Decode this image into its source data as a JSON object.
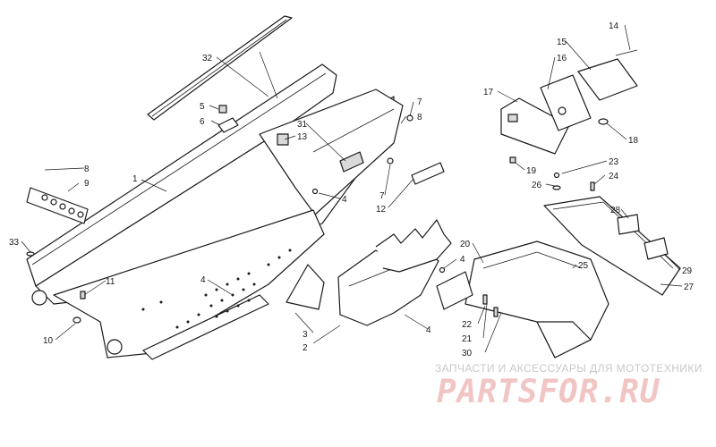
{
  "diagram": {
    "callouts": [
      {
        "id": "c1",
        "text": "1"
      },
      {
        "id": "c2",
        "text": "2"
      },
      {
        "id": "c3",
        "text": "3"
      },
      {
        "id": "c4a",
        "text": "4"
      },
      {
        "id": "c4b",
        "text": "4"
      },
      {
        "id": "c4c",
        "text": "4"
      },
      {
        "id": "c4d",
        "text": "4"
      },
      {
        "id": "c5",
        "text": "5"
      },
      {
        "id": "c6",
        "text": "6"
      },
      {
        "id": "c7a",
        "text": "7"
      },
      {
        "id": "c7b",
        "text": "7"
      },
      {
        "id": "c8a",
        "text": "8"
      },
      {
        "id": "c8b",
        "text": "8"
      },
      {
        "id": "c9",
        "text": "9"
      },
      {
        "id": "c10",
        "text": "10"
      },
      {
        "id": "c11",
        "text": "11"
      },
      {
        "id": "c12",
        "text": "12"
      },
      {
        "id": "c13",
        "text": "13"
      },
      {
        "id": "c14",
        "text": "14"
      },
      {
        "id": "c15",
        "text": "15"
      },
      {
        "id": "c16",
        "text": "16"
      },
      {
        "id": "c17",
        "text": "17"
      },
      {
        "id": "c18",
        "text": "18"
      },
      {
        "id": "c19",
        "text": "19"
      },
      {
        "id": "c20",
        "text": "20"
      },
      {
        "id": "c21",
        "text": "21"
      },
      {
        "id": "c22",
        "text": "22"
      },
      {
        "id": "c23",
        "text": "23"
      },
      {
        "id": "c24",
        "text": "24"
      },
      {
        "id": "c25",
        "text": "25"
      },
      {
        "id": "c26",
        "text": "26"
      },
      {
        "id": "c27",
        "text": "27"
      },
      {
        "id": "c28",
        "text": "28"
      },
      {
        "id": "c29",
        "text": "29"
      },
      {
        "id": "c30",
        "text": "30"
      },
      {
        "id": "c31",
        "text": "31"
      },
      {
        "id": "c32",
        "text": "32"
      },
      {
        "id": "c33",
        "text": "33"
      }
    ]
  },
  "watermark": {
    "tagline": "ЗАПЧАСТИ И АКСЕССУАРЫ ДЛЯ МОТОТЕХНИКИ",
    "logo": "PARTSFOR.RU"
  },
  "colors": {
    "line": "#1a1a1a",
    "watermark_text": "#c8c8c8",
    "watermark_logo": "#f2c5c5"
  }
}
